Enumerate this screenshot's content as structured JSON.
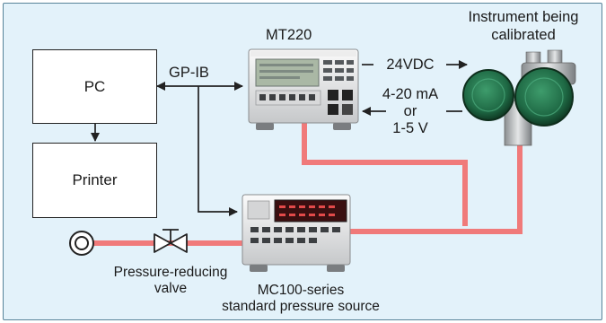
{
  "boxes": {
    "pc": "PC",
    "printer": "Printer"
  },
  "labels": {
    "mt220": "MT220",
    "instrument_line1": "Instrument being",
    "instrument_line2": "calibrated",
    "gpib": "GP-IB",
    "vdc": "24VDC",
    "ma": "4-20 mA",
    "or": "or",
    "v": "1-5 V",
    "prv_line1": "Pressure-reducing",
    "prv_line2": "valve",
    "mc_line1": "MC100-series",
    "mc_line2": "standard pressure source"
  },
  "colors": {
    "panel_bg": "#e3f2fa",
    "panel_border": "#58849a",
    "pressure_line": "#f07a7a",
    "signal_line": "#222222",
    "gauge_green": "#1f6a45"
  }
}
